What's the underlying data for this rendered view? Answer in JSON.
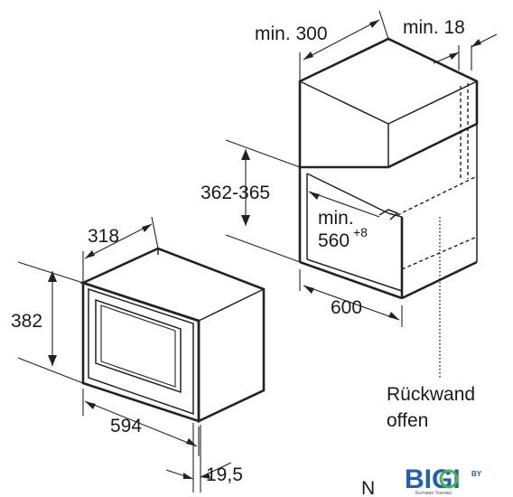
{
  "dimensions": {
    "niche_depth": "min. 300",
    "back_gap": "min. 18",
    "niche_height": "362-365",
    "min_label": "min.",
    "niche_width_value": "560",
    "niche_width_tolerance": "+8",
    "niche_width_outer": "600",
    "appliance_depth": "318",
    "appliance_height": "382",
    "appliance_width": "594",
    "front_thickness": "19,5"
  },
  "notes": {
    "back_wall_line1": "Rückwand",
    "back_wall_line2": "offen",
    "cut_letter": "N"
  },
  "watermark": {
    "brand": "BIGI",
    "suffix": "BY",
    "tagline": "Бытовая Техника"
  },
  "colors": {
    "line": "#222222",
    "text": "#1a1a1a",
    "logo_blue": "#1f5fb8",
    "logo_green": "#46b44a"
  }
}
